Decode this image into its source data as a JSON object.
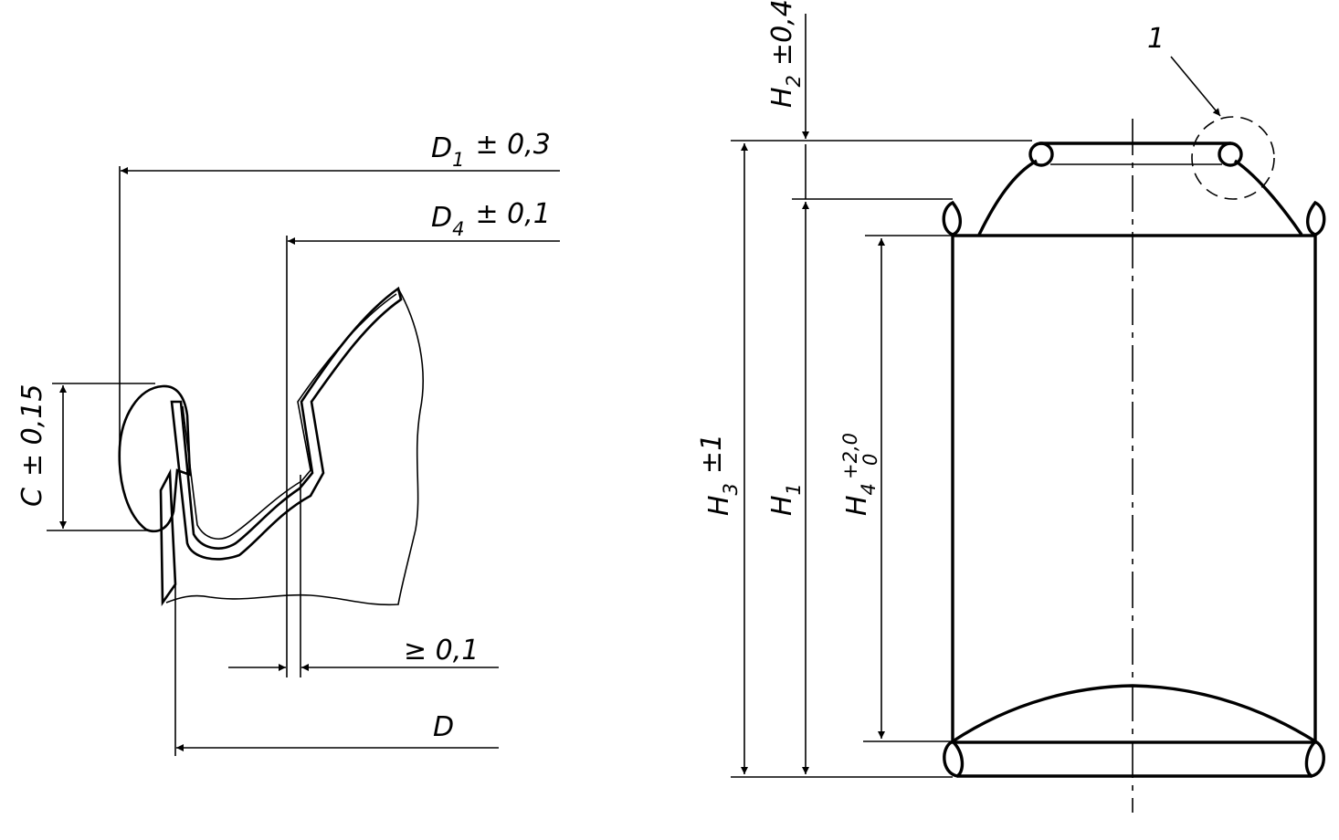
{
  "left_detail": {
    "d1": {
      "symbol": "D",
      "sub": "1",
      "tol": "± 0,3"
    },
    "d4": {
      "symbol": "D",
      "sub": "4",
      "tol": "± 0,1"
    },
    "c": {
      "symbol": "C",
      "tol": "± 0,15"
    },
    "gap": {
      "label": "≥ 0,1"
    },
    "d": {
      "symbol": "D"
    }
  },
  "right_view": {
    "h2": {
      "symbol": "H",
      "sub": "2",
      "tol": "±0,4"
    },
    "h3": {
      "symbol": "H",
      "sub": "3",
      "tol": "±1"
    },
    "h1": {
      "symbol": "H",
      "sub": "1"
    },
    "h4": {
      "symbol": "H",
      "sub": "4",
      "tol_upper": "+2,0",
      "tol_lower": "0"
    },
    "callout": {
      "label": "1"
    }
  },
  "colors": {
    "line": "#000000",
    "background": "#ffffff"
  }
}
